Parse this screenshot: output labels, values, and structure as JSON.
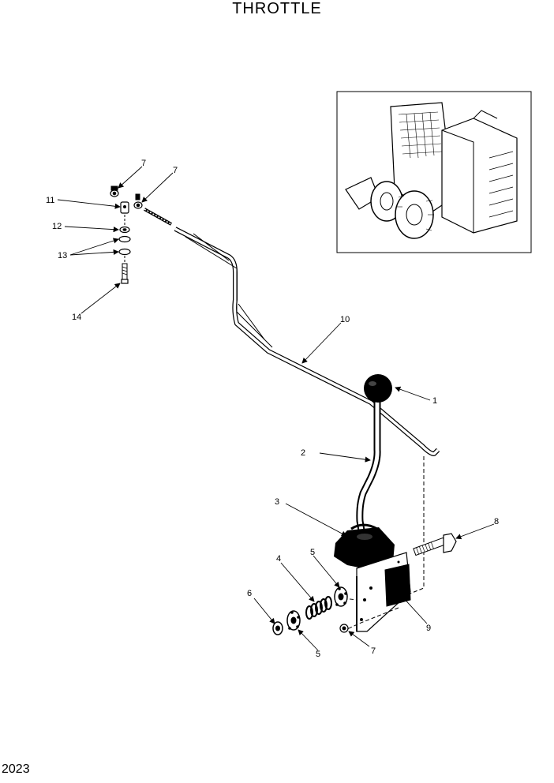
{
  "header": {
    "title": "THROTTLE"
  },
  "footer": {
    "page_number": "2023"
  },
  "callouts": [
    "1",
    "2",
    "3",
    "4",
    "5",
    "5",
    "6",
    "7",
    "7",
    "7",
    "8",
    "9",
    "10",
    "11",
    "12",
    "13",
    "14"
  ]
}
